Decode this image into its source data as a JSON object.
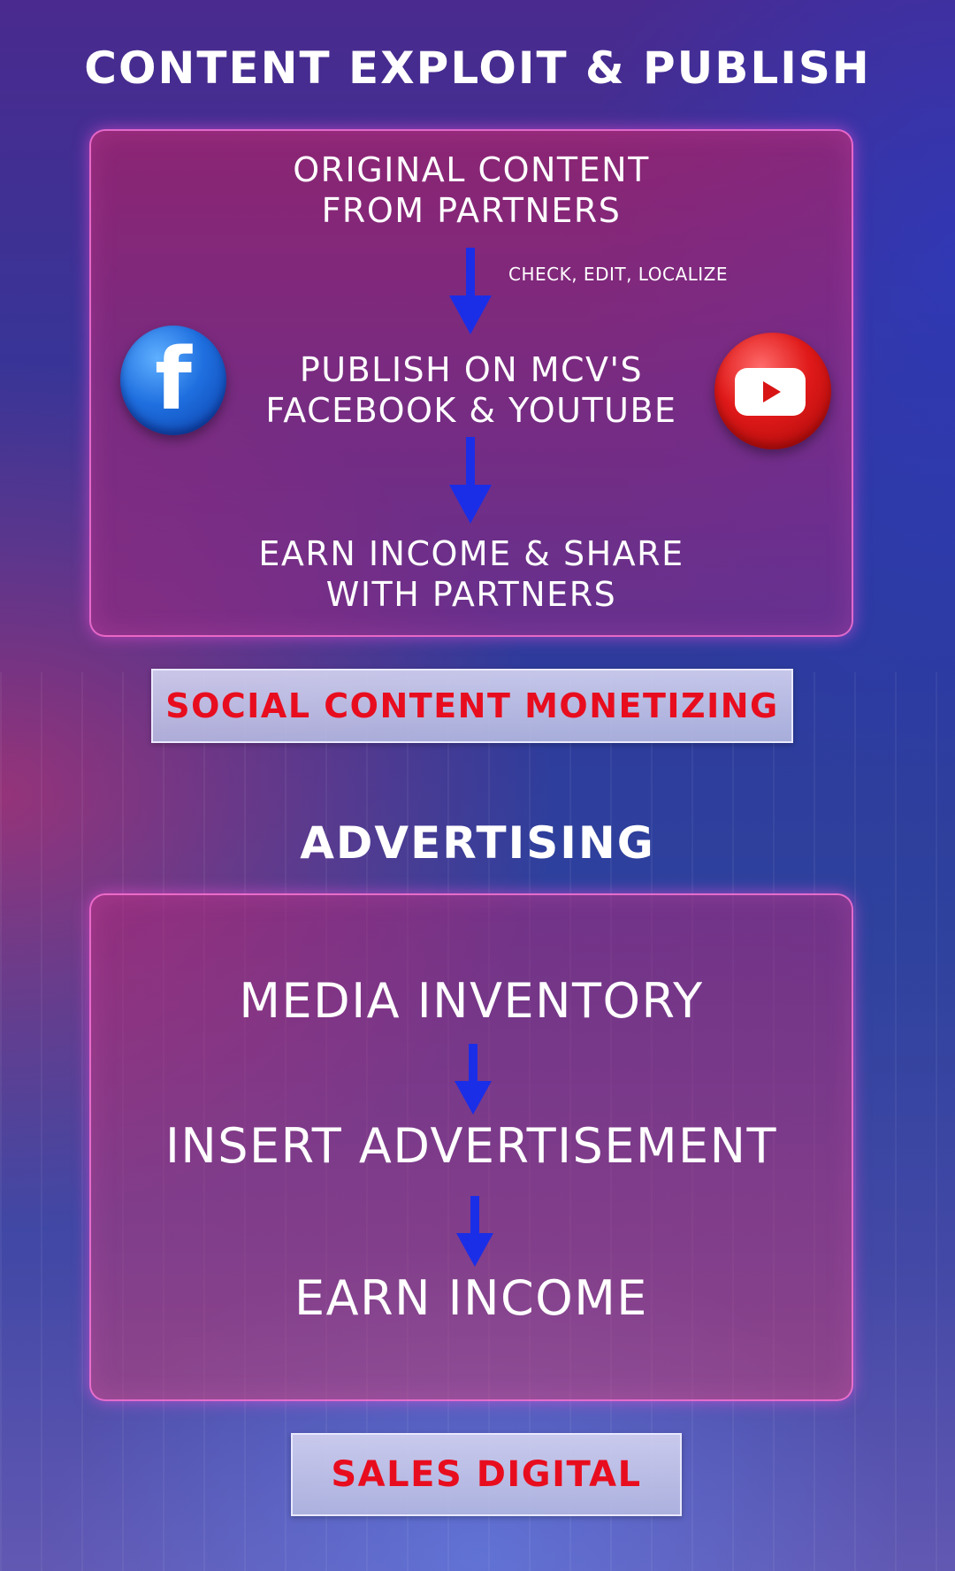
{
  "section1": {
    "title": "CONTENT EXPLOIT & PUBLISH",
    "steps": [
      {
        "line1": "ORIGINAL CONTENT",
        "line2": "FROM PARTNERS"
      },
      {
        "line1": "PUBLISH ON MCV'S",
        "line2": "FACEBOOK & YOUTUBE"
      },
      {
        "line1": "EARN INCOME & SHARE",
        "line2": "WITH PARTNERS"
      }
    ],
    "arrow_note": "CHECK, EDIT, LOCALIZE",
    "icons": [
      "facebook-icon",
      "youtube-icon"
    ],
    "button_label": "SOCIAL CONTENT MONETIZING"
  },
  "section2": {
    "title": "ADVERTISING",
    "steps": [
      "MEDIA INVENTORY",
      "INSERT ADVERTISEMENT",
      "EARN INCOME"
    ],
    "button_label": "SALES DIGITAL"
  },
  "colors": {
    "arrow": "#1a2ee8",
    "button_text": "#e80d1e",
    "panel_border": "#ff78dc"
  }
}
